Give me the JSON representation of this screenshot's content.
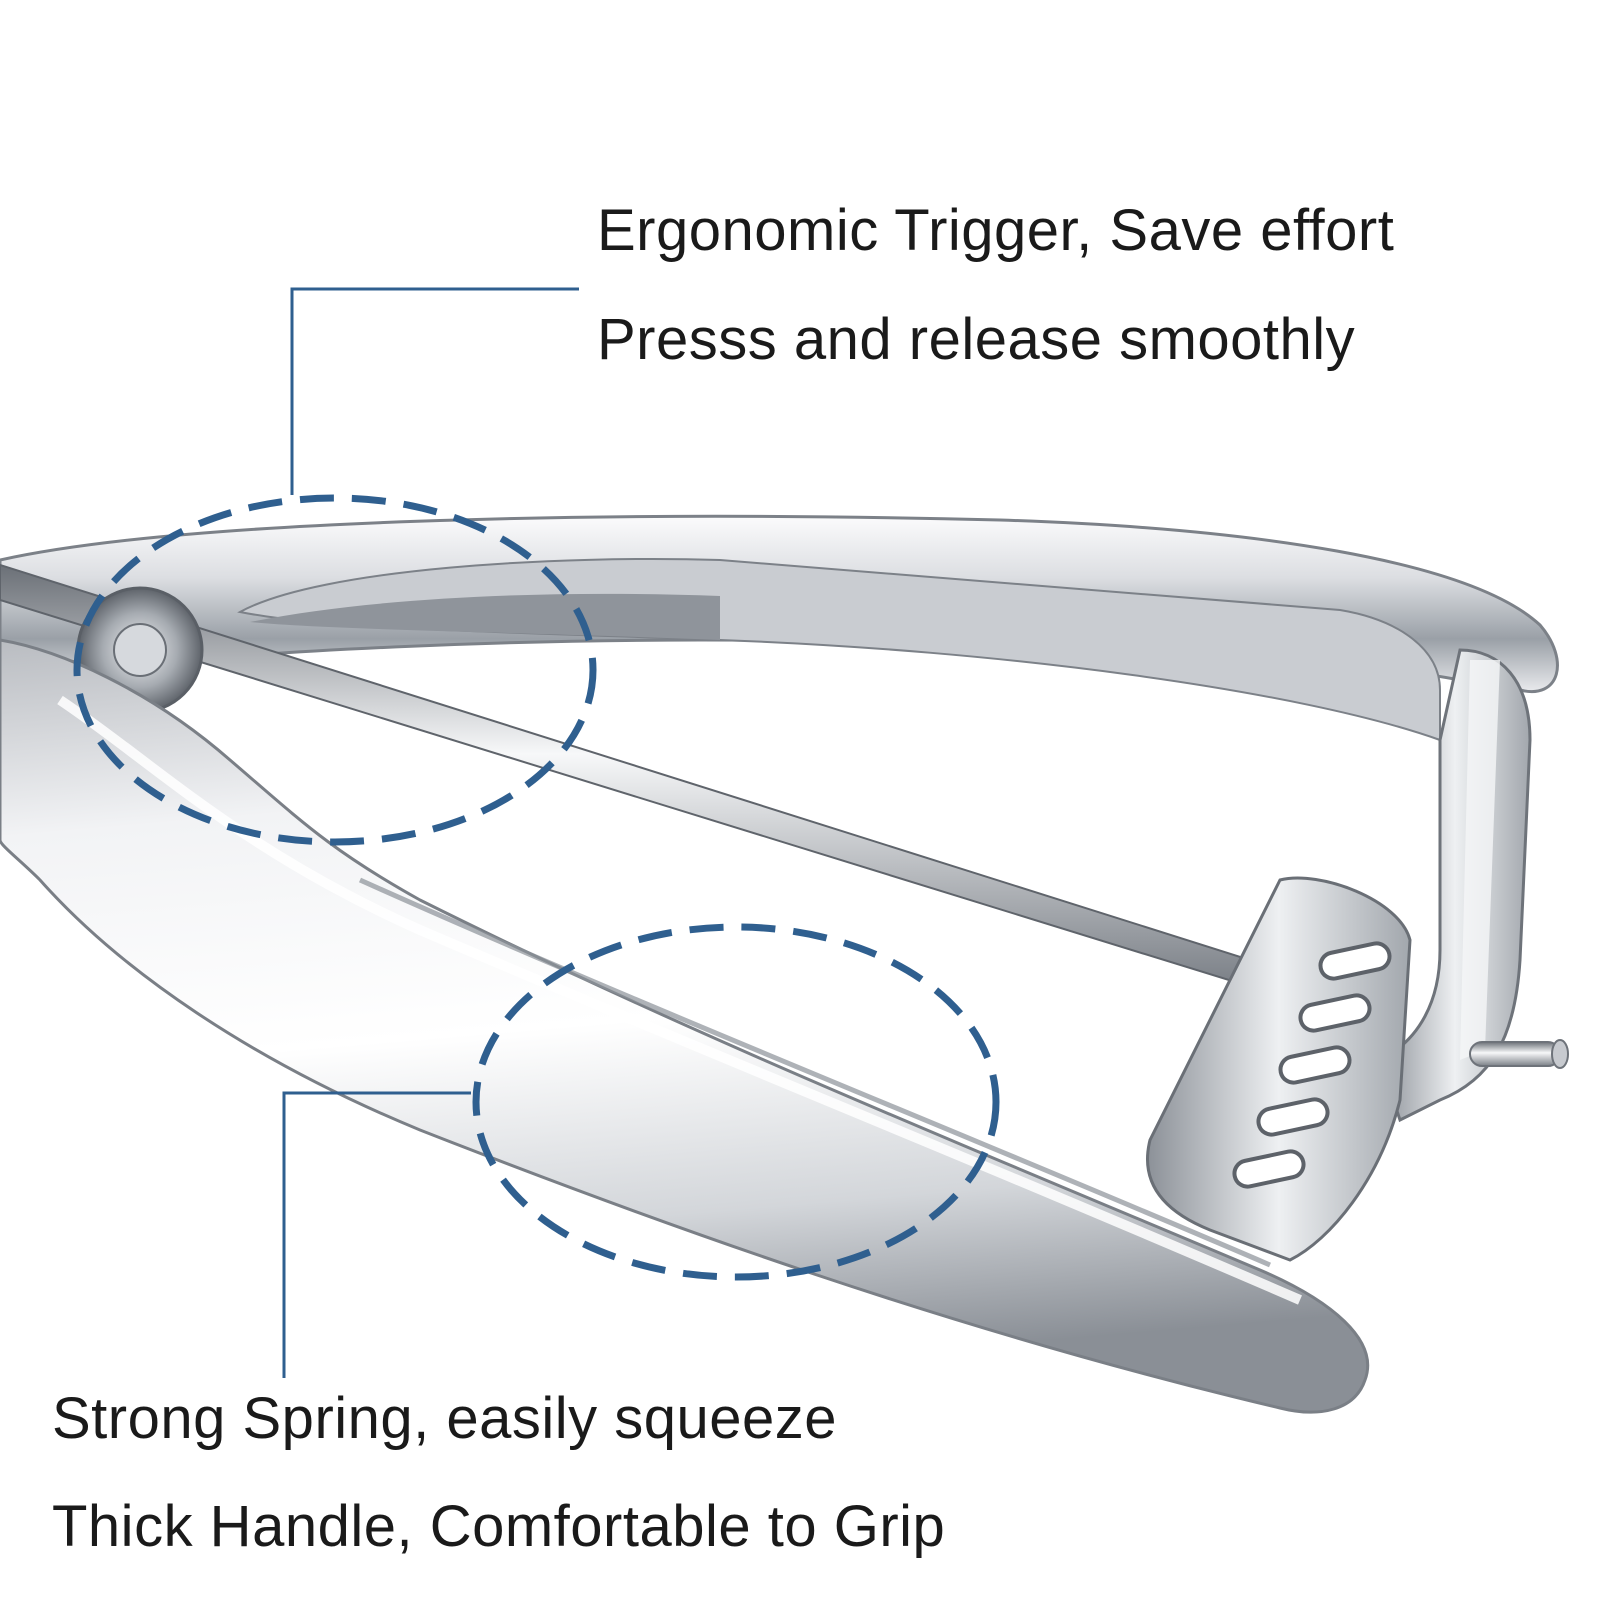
{
  "colors": {
    "callout": "#2f5f8f",
    "text": "#1a1a1a",
    "background": "#ffffff",
    "steel_light": "#f4f5f7",
    "steel_mid": "#c4c7cc",
    "steel_dark": "#6f747b"
  },
  "callouts": {
    "trigger": {
      "line1": "Ergonomic Trigger, Save effort",
      "line2": "Presss and release smoothly"
    },
    "handle": {
      "line1": "Strong Spring, easily squeeze",
      "line2": "Thick Handle, Comfortable to Grip"
    }
  },
  "product": {
    "subject": "stainless steel scoop handle",
    "icon": "scoop-handle-photo"
  }
}
